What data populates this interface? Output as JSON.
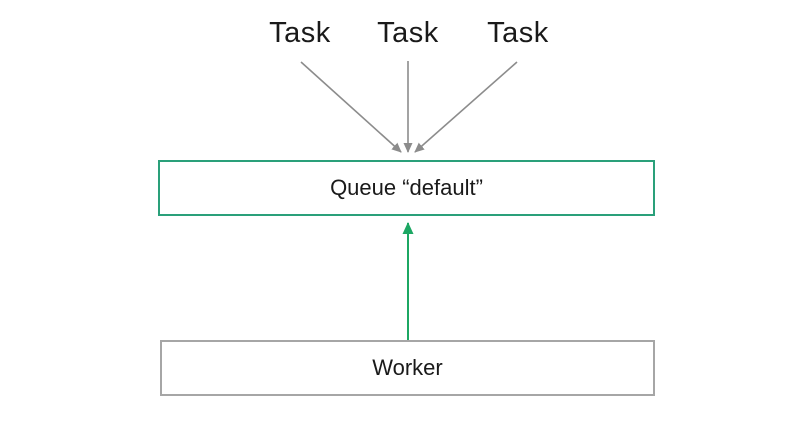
{
  "diagram": {
    "tasks": [
      {
        "label": "Task"
      },
      {
        "label": "Task"
      },
      {
        "label": "Task"
      }
    ],
    "queue": {
      "label": "Queue “default”"
    },
    "worker": {
      "label": "Worker"
    },
    "colors": {
      "queue_border_green": "#2aa07a",
      "worker_arrow_green": "#1ca763",
      "task_arrow_gray": "#8c8c8c",
      "worker_border_gray": "#a6a6a6",
      "text": "#1a1a1a",
      "background": "#ffffff"
    }
  }
}
